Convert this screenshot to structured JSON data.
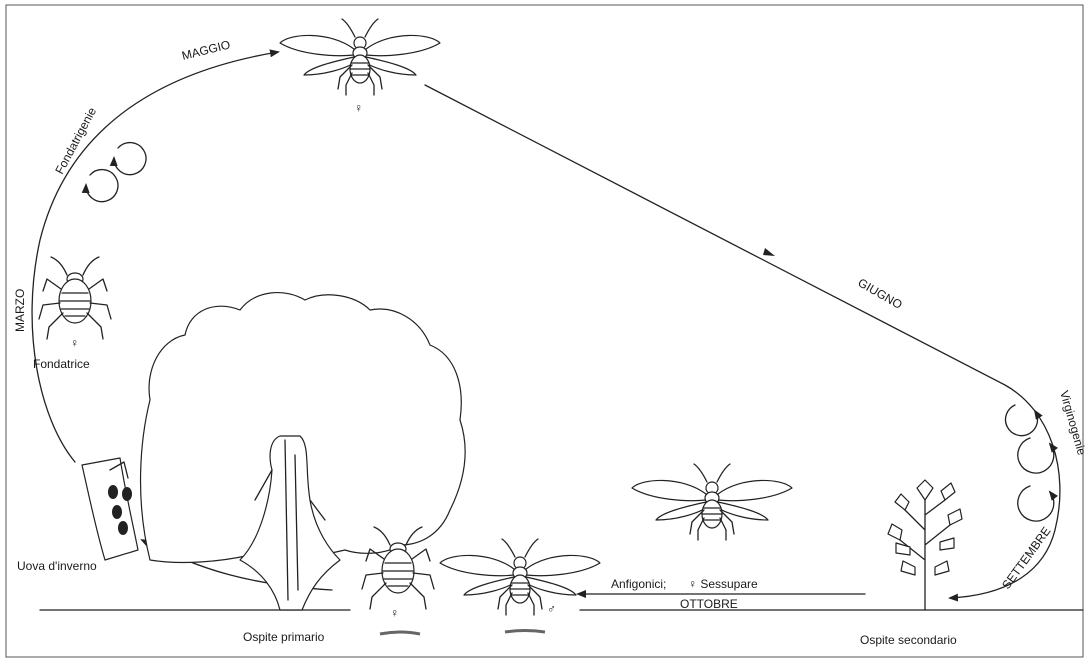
{
  "labels": {
    "maggio": "MAGGIO",
    "fondatrigenie": "Fondatrigenie",
    "marzo": "MARZO",
    "fondatrice": "Fondatrice",
    "uova": "Uova d'inverno",
    "giugno": "GIUGNO",
    "virginogenie": "Virginogenie",
    "settembre": "SETTEMBRE",
    "ottobre": "OTTOBRE",
    "anfigonici": "Anfigonici;",
    "sessupare": "♀ Sessupare",
    "ospite_primario": "Ospite primario",
    "ospite_secondario": "Ospite secondario"
  },
  "symbols": {
    "female": "♀",
    "male": "♂"
  },
  "colors": {
    "ink": "#222222",
    "paper": "#ffffff"
  }
}
